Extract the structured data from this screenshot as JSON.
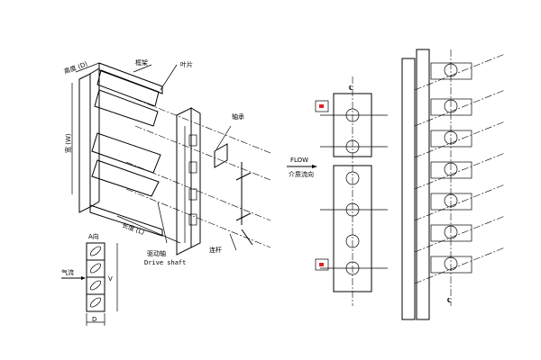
{
  "labels": {
    "height": "高度 (D)",
    "frame": "框架",
    "blade": "叶片",
    "bearing": "轴承",
    "width": "宽 (W)",
    "length": "长度 (L)",
    "drive_shaft_cn": "驱动轴",
    "drive_shaft_en": "Drive shaft",
    "linkage": "连杆",
    "view_a": "A向",
    "airflow": "气流",
    "v_mark": "V",
    "d_mark": "D",
    "flow_en": "FLOW",
    "flow_cn": "介质流向",
    "centerline": "℄"
  },
  "colors": {
    "marker": "#e02020"
  }
}
